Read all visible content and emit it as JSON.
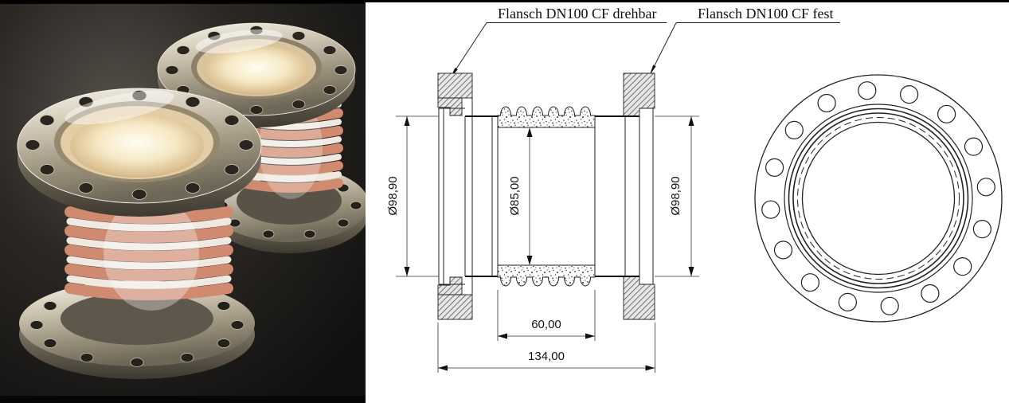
{
  "page": {
    "background_color": "#ffffff",
    "top_rule_color": "#000000"
  },
  "photo": {
    "description": "Photograph of two DN100 CF flanged ceramic bellows assemblies on a dark background",
    "bellows_color": "#d08a70",
    "flange_color": "#cfc7b4"
  },
  "drawing": {
    "callouts": {
      "left": "Flansch DN100 CF drehbar",
      "right": "Flansch DN100 CF fest"
    },
    "dimensions": {
      "outer_diameter_left": "Ø98,90",
      "inner_diameter": "Ø85,00",
      "outer_diameter_right": "Ø98,90",
      "bellows_length": "60,00",
      "overall_length": "134,00"
    },
    "front_view": {
      "bolt_hole_count": 16
    }
  }
}
